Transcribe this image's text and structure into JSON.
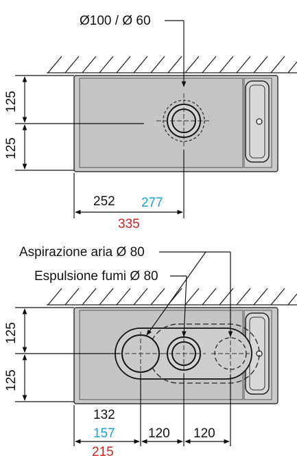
{
  "top_view": {
    "flue_label": "Ø100 / Ø 60",
    "dim_upper": "125",
    "dim_lower": "125",
    "dim_black": "252",
    "dim_blue": "277",
    "dim_red": "335"
  },
  "bottom_view": {
    "air_intake_label": "Aspirazione aria Ø 80",
    "exhaust_label": "Espulsione fumi Ø 80",
    "dim_upper": "125",
    "dim_lower": "125",
    "dim_black": "132",
    "dim_blue": "157",
    "dim_red": "215",
    "dim_spacing_1": "120",
    "dim_spacing_2": "120"
  },
  "colors": {
    "appliance_fill": "#c9c9c9",
    "dim_black": "#111111",
    "dim_blue": "#1aa3d9",
    "dim_red": "#d42020"
  }
}
